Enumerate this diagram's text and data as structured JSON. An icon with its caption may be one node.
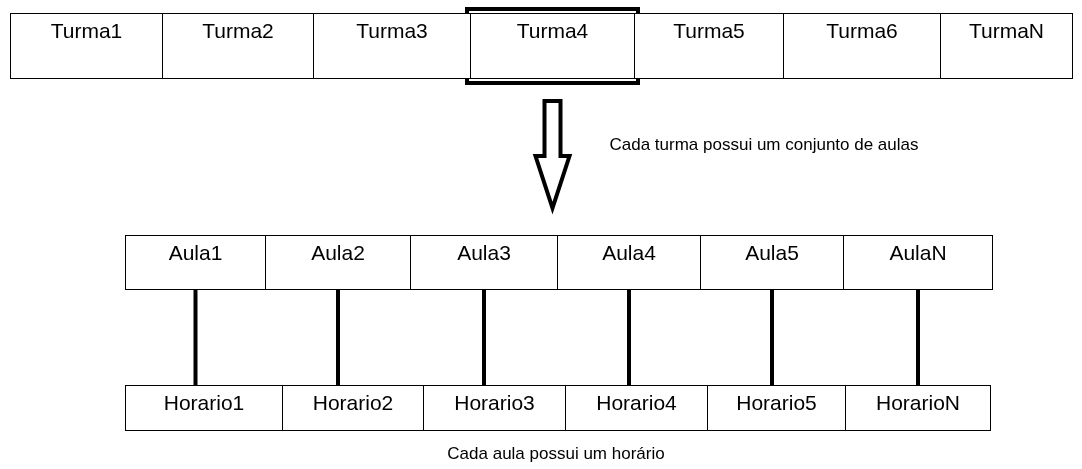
{
  "diagram": {
    "nodes": [
      {
        "text": [
          "Turma1"
        ]
      },
      {
        "text": [
          "Turma2"
        ]
      },
      {
        "text": [
          "Turma3"
        ]
      },
      {
        "text": [
          "Turma4"
        ]
      },
      {
        "text": [
          "Turma5"
        ]
      },
      {
        "text": [
          "Turma6"
        ]
      },
      {
        "text": [
          "TurmaN"
        ]
      },
      {
        "text": [
          "Aula1"
        ]
      },
      {
        "text": [
          "Aula2"
        ]
      },
      {
        "text": [
          "Aula3"
        ]
      },
      {
        "text": [
          "Aula4"
        ]
      },
      {
        "text": [
          "Aula5"
        ]
      },
      {
        "text": [
          "AulaN"
        ]
      },
      {
        "text": [
          "Horario1"
        ]
      },
      {
        "text": [
          "Horario2"
        ]
      },
      {
        "text": [
          "Horario3"
        ]
      },
      {
        "text": [
          "Horario4"
        ]
      },
      {
        "text": [
          "Horario5"
        ]
      },
      {
        "text": [
          "HorarioN"
        ]
      }
    ],
    "edges": [
      {
        "from": 3,
        "to": null,
        "arrow": "to",
        "label": "Cada turma possui um conjunto de aulas"
      },
      {
        "from": 7,
        "to": 13,
        "arrow": "none"
      },
      {
        "from": 8,
        "to": 14,
        "arrow": "none"
      },
      {
        "from": 9,
        "to": 15,
        "arrow": "none"
      },
      {
        "from": 10,
        "to": 16,
        "arrow": "none"
      },
      {
        "from": 11,
        "to": 17,
        "arrow": "none"
      },
      {
        "from": 12,
        "to": 18,
        "arrow": "none"
      }
    ],
    "labels": [
      "Cada aula possui um horário"
    ]
  }
}
